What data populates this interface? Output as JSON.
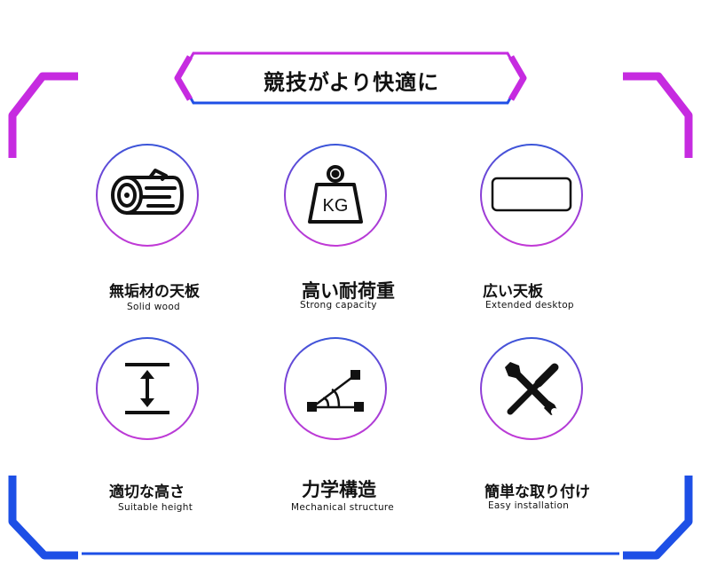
{
  "title": "競技がより快適に",
  "colors": {
    "top": "#c62be0",
    "bottom": "#1d4fe6",
    "icon": "#111111"
  },
  "features": [
    {
      "label_jp": "無垢材の天板",
      "label_en": "Solid wood",
      "icon": "log-icon"
    },
    {
      "label_jp": "高い耐荷重",
      "label_en": "Strong capacity",
      "icon": "kg-weight-icon"
    },
    {
      "label_jp": "広い天板",
      "label_en": "Extended desktop",
      "icon": "desktop-rectangle-icon"
    },
    {
      "label_jp": "適切な高さ",
      "label_en": "Suitable height",
      "icon": "height-arrow-icon"
    },
    {
      "label_jp": "力学構造",
      "label_en": "Mechanical structure",
      "icon": "angle-structure-icon"
    },
    {
      "label_jp": "簡単な取り付け",
      "label_en": "Easy installation",
      "icon": "tools-icon"
    }
  ]
}
